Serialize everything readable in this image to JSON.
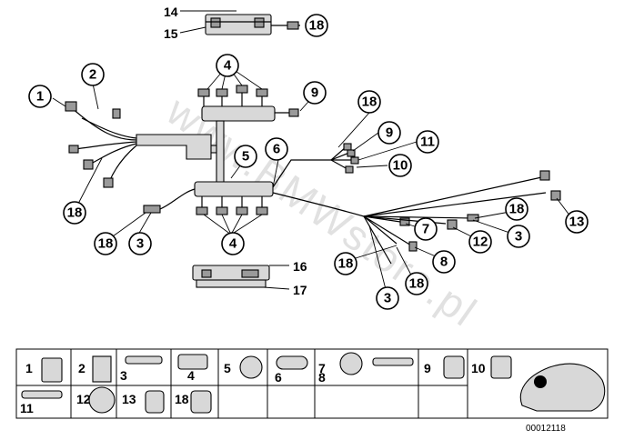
{
  "watermark": "www.BMWstore.pl",
  "reference_number": "00012118",
  "callouts": [
    "14",
    "15",
    "18",
    "2",
    "1",
    "4",
    "9",
    "18",
    "9",
    "11",
    "10",
    "6",
    "5",
    "18",
    "13",
    "18",
    "3",
    "4",
    "7",
    "18",
    "3",
    "12",
    "18",
    "8",
    "16",
    "17",
    "3",
    "18"
  ],
  "legend": {
    "row1": [
      "1",
      "2",
      "3",
      "4",
      "5",
      "6",
      "7",
      "8",
      "9",
      "10"
    ],
    "row2": [
      "11",
      "12",
      "13",
      "18"
    ]
  }
}
